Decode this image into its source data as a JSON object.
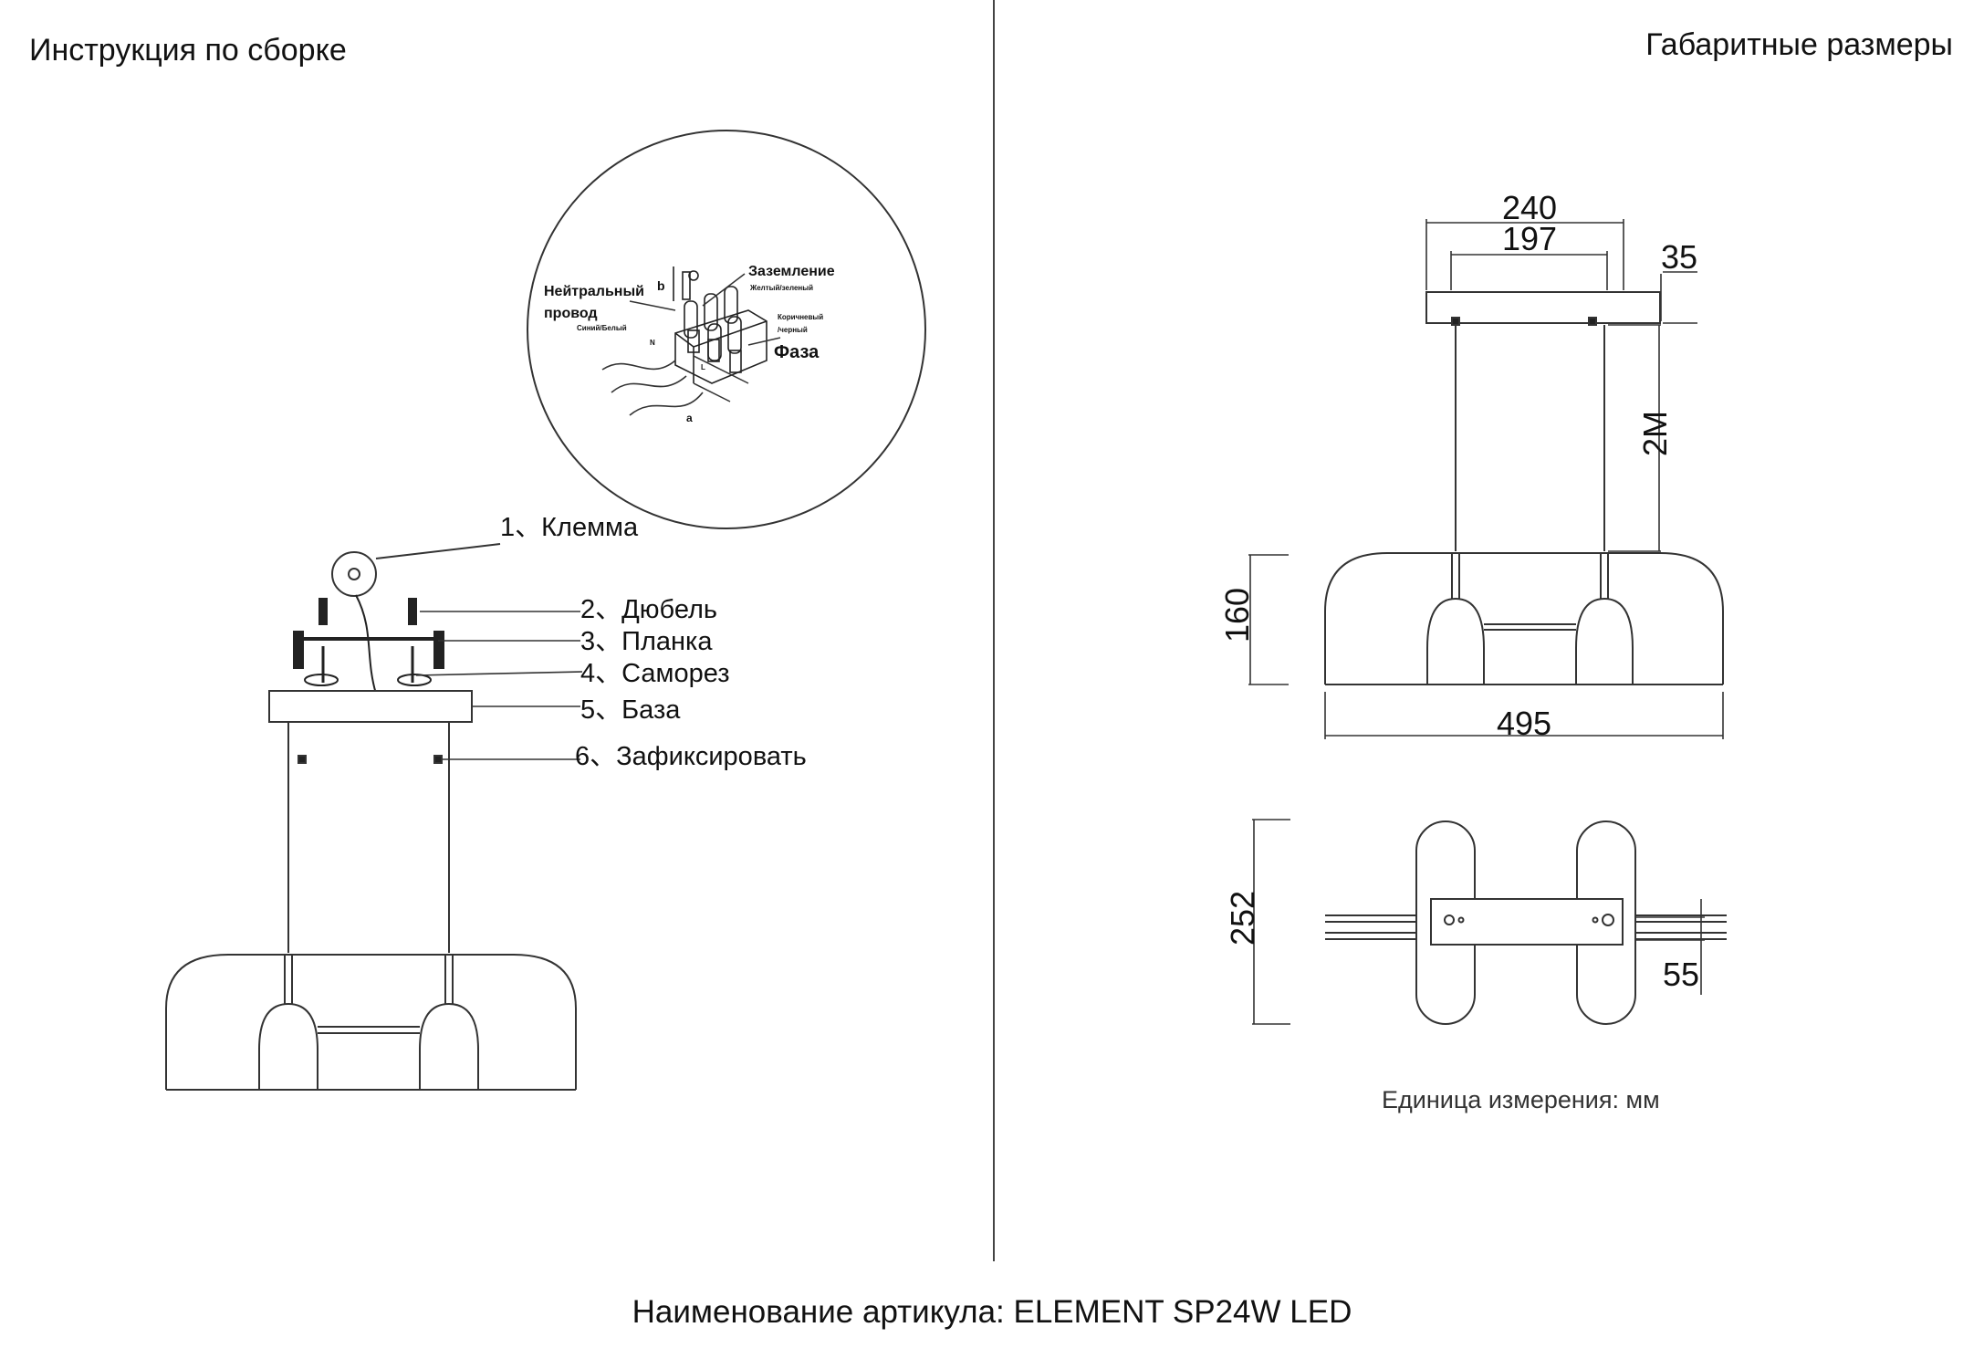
{
  "headings": {
    "assembly": "Инструкция по сборке",
    "dimensions": "Габаритные размеры"
  },
  "footer": "Наименование артикула: ELEMENT SP24W LED",
  "units_note": "Единица измерения: мм",
  "assembly_steps": [
    {
      "num": "1、",
      "label": "Клемма"
    },
    {
      "num": "2、",
      "label": "Дюбель"
    },
    {
      "num": "3、",
      "label": "Планка"
    },
    {
      "num": "4、",
      "label": "Саморез"
    },
    {
      "num": "5、",
      "label": "База"
    },
    {
      "num": "6、",
      "label": "Зафиксировать"
    }
  ],
  "wiring": {
    "neutral_line1": "Нейтральный",
    "neutral_line2": "провод",
    "neutral_colors": "Синий/Белый",
    "ground": "Заземление",
    "ground_colors": "Желтый/зеленый",
    "phase_colors_line1": "Коричневый",
    "phase_colors_line2": "/черный",
    "phase": "Фаза",
    "terminal_n": "N",
    "terminal_l": "L",
    "letter_b": "b",
    "letter_a": "a"
  },
  "dimensions": {
    "top_width": "240",
    "inner_width": "197",
    "base_height": "35",
    "cable_length": "2M",
    "shade_height": "160",
    "total_width": "495",
    "depth": "252",
    "bar_width": "55"
  }
}
